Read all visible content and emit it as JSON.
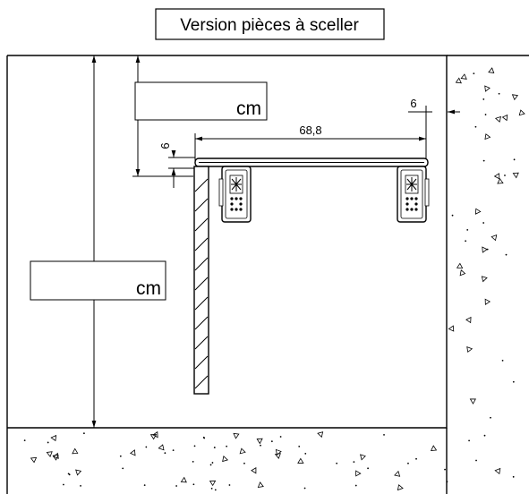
{
  "title": "Version pièces à sceller",
  "unit_label": "cm",
  "dimensions": {
    "width": "68,8",
    "top_thickness": "6",
    "wall_offset": "6"
  }
}
